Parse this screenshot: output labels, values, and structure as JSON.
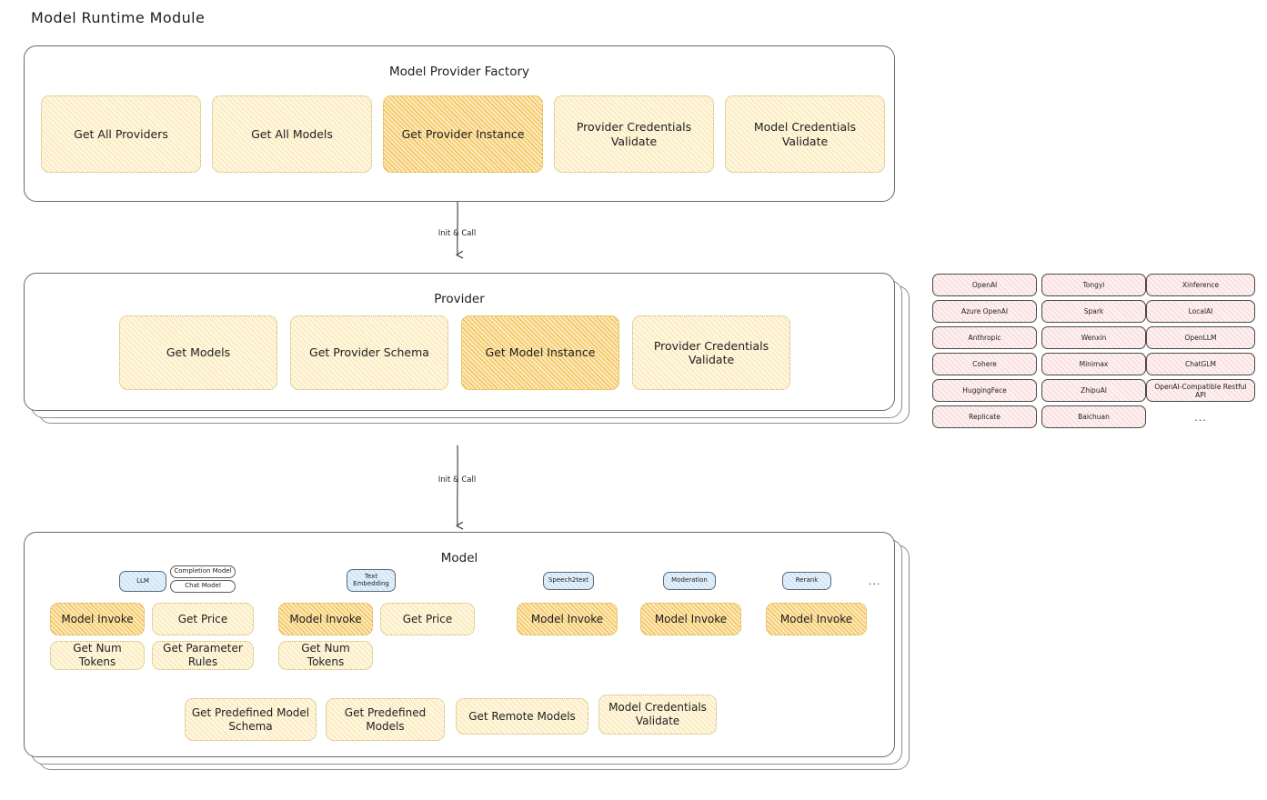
{
  "page": {
    "title": "Model Runtime Module"
  },
  "factory": {
    "title": "Model Provider Factory",
    "nodes": [
      {
        "label": "Get All Providers",
        "highlight": false
      },
      {
        "label": "Get All Models",
        "highlight": false
      },
      {
        "label": "Get Provider Instance",
        "highlight": true
      },
      {
        "label": "Provider Credentials Validate",
        "highlight": false
      },
      {
        "label": "Model Credentials Validate",
        "highlight": false
      }
    ]
  },
  "arrows": [
    {
      "label": "Init & Call"
    },
    {
      "label": "Init & Call"
    }
  ],
  "provider": {
    "title": "Provider",
    "nodes": [
      {
        "label": "Get Models",
        "highlight": false
      },
      {
        "label": "Get Provider Schema",
        "highlight": false
      },
      {
        "label": "Get Model Instance",
        "highlight": true
      },
      {
        "label": "Provider Credentials Validate",
        "highlight": false
      }
    ]
  },
  "provider_list": {
    "columns": [
      {
        "items": [
          "OpenAI",
          "Azure OpenAI",
          "Anthropic",
          "Cohere",
          "HuggingFace",
          "Replicate"
        ]
      },
      {
        "items": [
          "Tongyi",
          "Spark",
          "Wenxin",
          "Minimax",
          "ZhipuAI",
          "Baichuan"
        ]
      },
      {
        "items": [
          "Xinference",
          "LocalAI",
          "OpenLLM",
          "ChatGLM",
          "OpenAI-Compatible Restful API"
        ]
      }
    ],
    "ellipsis": "..."
  },
  "model": {
    "title": "Model",
    "types_ellipsis": "...",
    "groups": [
      {
        "badge": "LLM",
        "badge_style": "blue",
        "sub_badges": [
          "Completion Model",
          "Chat Model"
        ],
        "nodes": [
          {
            "label": "Model Invoke",
            "highlight": true
          },
          {
            "label": "Get Price",
            "highlight": false
          },
          {
            "label": "Get Num Tokens",
            "highlight": false
          },
          {
            "label": "Get Parameter Rules",
            "highlight": false
          }
        ]
      },
      {
        "badge": "Text Embedding",
        "badge_style": "blue",
        "sub_badges": [],
        "nodes": [
          {
            "label": "Model Invoke",
            "highlight": true
          },
          {
            "label": "Get Price",
            "highlight": false
          },
          {
            "label": "Get Num Tokens",
            "highlight": false
          }
        ]
      },
      {
        "badge": "Speech2text",
        "badge_style": "blue",
        "sub_badges": [],
        "nodes": [
          {
            "label": "Model Invoke",
            "highlight": true
          }
        ]
      },
      {
        "badge": "Moderation",
        "badge_style": "blue",
        "sub_badges": [],
        "nodes": [
          {
            "label": "Model Invoke",
            "highlight": true
          }
        ]
      },
      {
        "badge": "Rerank",
        "badge_style": "blue",
        "sub_badges": [],
        "nodes": [
          {
            "label": "Model Invoke",
            "highlight": true
          }
        ]
      }
    ],
    "common_nodes": [
      {
        "label": "Get Predefined Model Schema"
      },
      {
        "label": "Get Predefined Models"
      },
      {
        "label": "Get Remote Models"
      },
      {
        "label": "Model Credentials Validate"
      }
    ]
  },
  "colors": {
    "node_fill_light": "#fdf6e0",
    "node_fill_strong": "#fbe9bd",
    "badge_blue": "#e3f0fa",
    "chip_pink": "#fdf0f0",
    "stroke": "#6a6a6a"
  }
}
